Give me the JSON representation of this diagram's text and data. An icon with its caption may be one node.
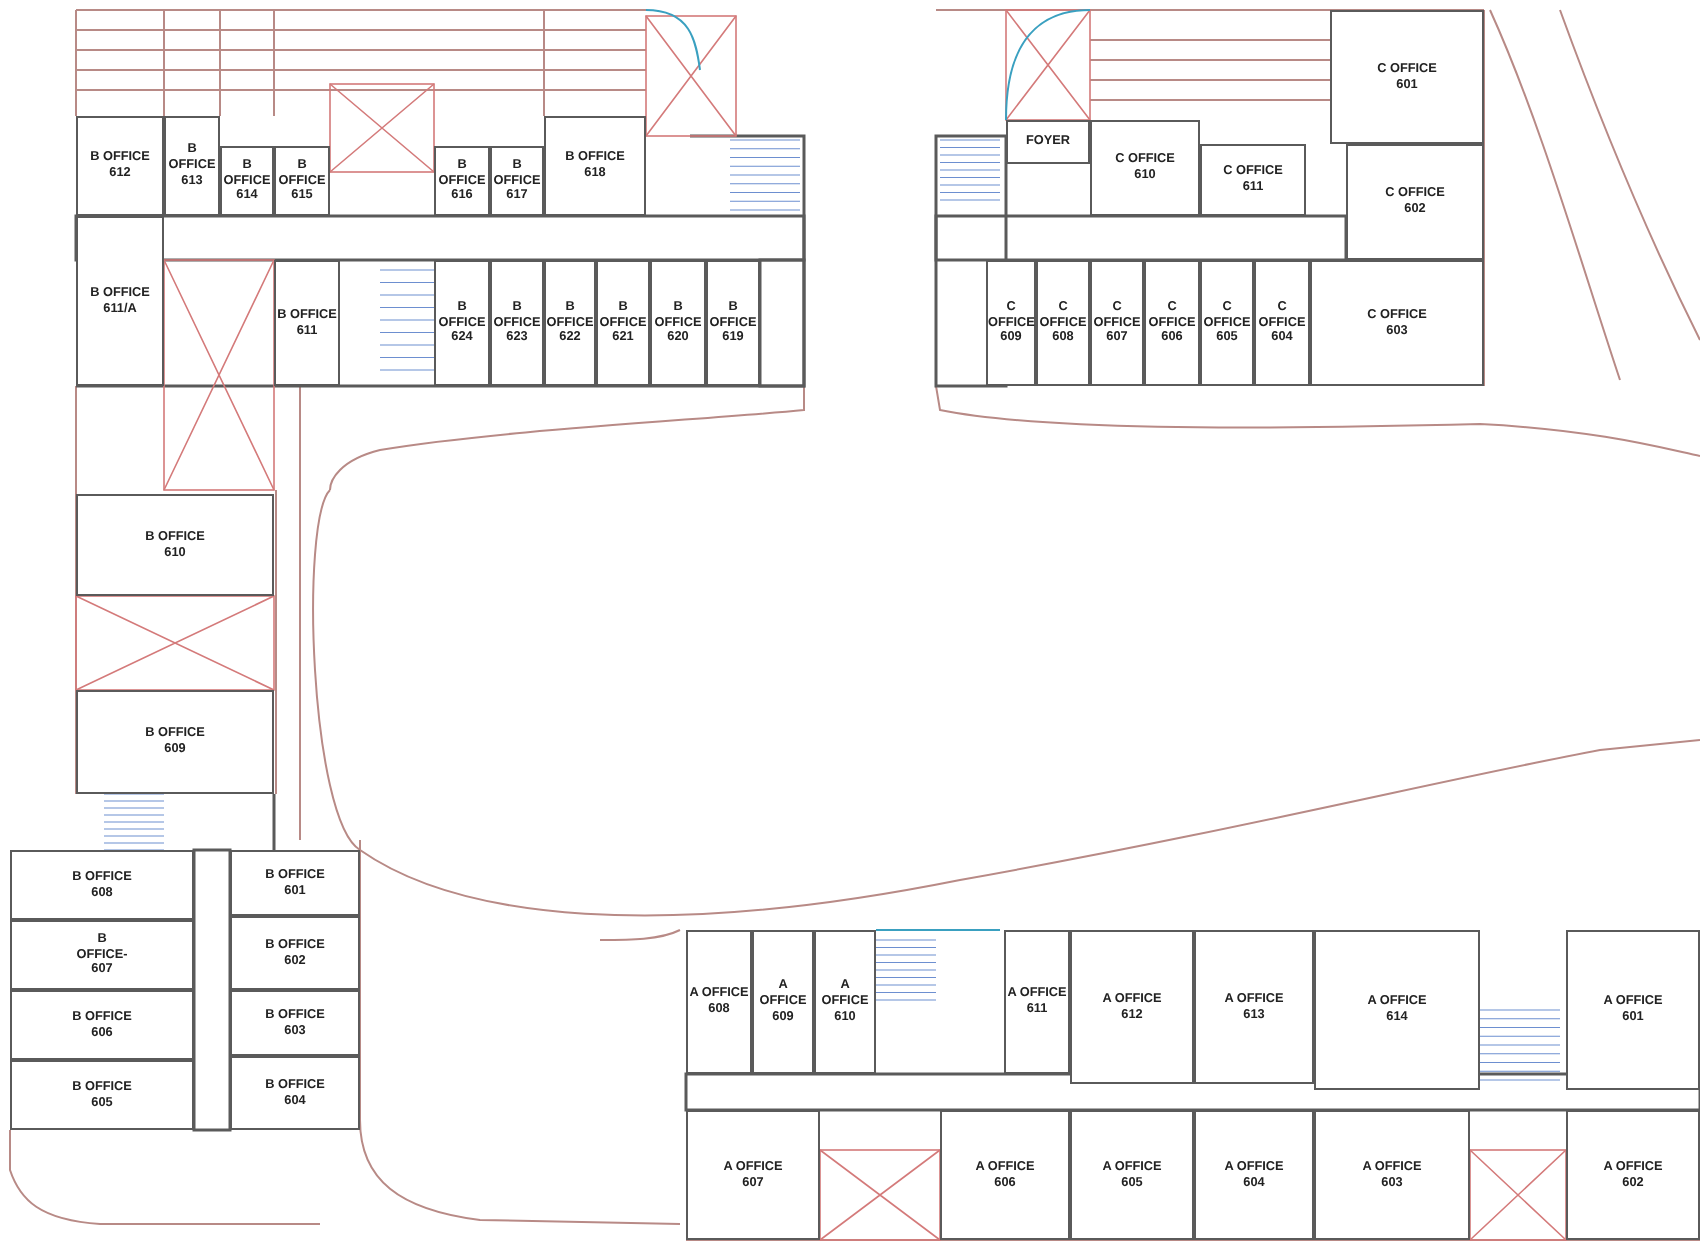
{
  "diagram": {
    "nodes": [
      {
        "text": [
          "B OFFICE 612"
        ]
      },
      {
        "text": [
          "B OFFICE 613"
        ]
      },
      {
        "text": [
          "B OFFICE 614"
        ]
      },
      {
        "text": [
          "B OFFICE 615"
        ]
      },
      {
        "text": [
          "B OFFICE 616"
        ]
      },
      {
        "text": [
          "B OFFICE 617"
        ]
      },
      {
        "text": [
          "B OFFICE 618"
        ]
      },
      {
        "text": [
          "B OFFICE 611/A"
        ]
      },
      {
        "text": [
          "B OFFICE 611"
        ]
      },
      {
        "text": [
          "B OFFICE 624"
        ]
      },
      {
        "text": [
          "B OFFICE 623"
        ]
      },
      {
        "text": [
          "B OFFICE 622"
        ]
      },
      {
        "text": [
          "B OFFICE 621"
        ]
      },
      {
        "text": [
          "B OFFICE 620"
        ]
      },
      {
        "text": [
          "B OFFICE 619"
        ]
      },
      {
        "text": [
          "FOYER"
        ]
      },
      {
        "text": [
          "C OFFICE 601"
        ]
      },
      {
        "text": [
          "C OFFICE 610"
        ]
      },
      {
        "text": [
          "C OFFICE 611"
        ]
      },
      {
        "text": [
          "C OFFICE 602"
        ]
      },
      {
        "text": [
          "C OFFICE 609"
        ]
      },
      {
        "text": [
          "C OFFICE 608"
        ]
      },
      {
        "text": [
          "C OFFICE 607"
        ]
      },
      {
        "text": [
          "C OFFICE 606"
        ]
      },
      {
        "text": [
          "C OFFICE 605"
        ]
      },
      {
        "text": [
          "C OFFICE 604"
        ]
      },
      {
        "text": [
          "C OFFICE 603"
        ]
      },
      {
        "text": [
          "B OFFICE 610"
        ]
      },
      {
        "text": [
          "B OFFICE 609"
        ]
      },
      {
        "text": [
          "B OFFICE 608"
        ]
      },
      {
        "text": [
          "B OFFICE 601"
        ]
      },
      {
        "text": [
          "B OFFICE- 607"
        ]
      },
      {
        "text": [
          "B OFFICE 602"
        ]
      },
      {
        "text": [
          "B OFFICE 606"
        ]
      },
      {
        "text": [
          "B OFFICE 603"
        ]
      },
      {
        "text": [
          "B OFFICE 605"
        ]
      },
      {
        "text": [
          "B OFFICE 604"
        ]
      },
      {
        "text": [
          "A OFFICE 608"
        ]
      },
      {
        "text": [
          "A OFFICE 609"
        ]
      },
      {
        "text": [
          "A OFFICE 610"
        ]
      },
      {
        "text": [
          "A OFFICE 611"
        ]
      },
      {
        "text": [
          "A OFFICE 612"
        ]
      },
      {
        "text": [
          "A OFFICE 613"
        ]
      },
      {
        "text": [
          "A OFFICE 614"
        ]
      },
      {
        "text": [
          "A OFFICE 601"
        ]
      },
      {
        "text": [
          "A OFFICE 607"
        ]
      },
      {
        "text": [
          "A OFFICE 606"
        ]
      },
      {
        "text": [
          "A OFFICE 605"
        ]
      },
      {
        "text": [
          "A OFFICE 604"
        ]
      },
      {
        "text": [
          "A OFFICE 603"
        ]
      },
      {
        "text": [
          "A OFFICE 602"
        ]
      }
    ]
  }
}
